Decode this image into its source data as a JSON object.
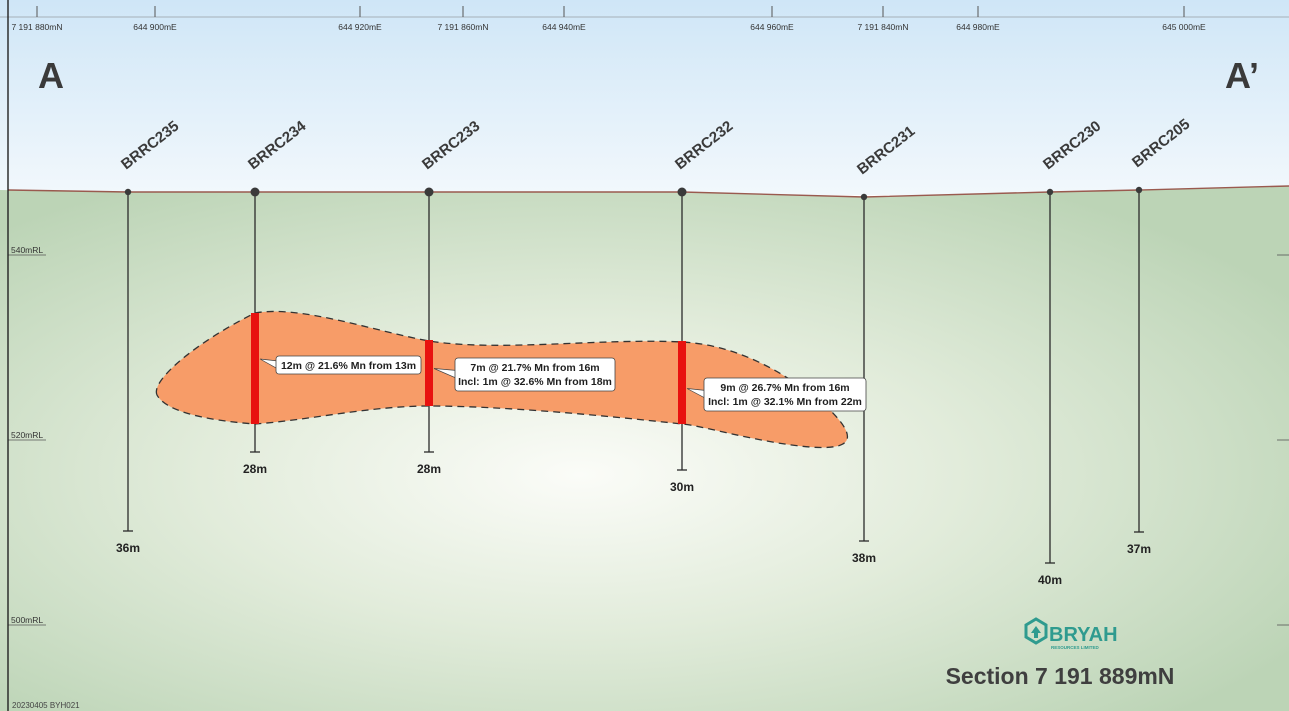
{
  "section": {
    "marker_left": "A",
    "marker_right": "A’",
    "title": "Section 7 191 889mN",
    "footer_code": "20230405 BYH021"
  },
  "logo": {
    "name": "BRYAH",
    "sub": "RESOURCES LIMITED",
    "color": "#2f9b8f"
  },
  "grid_labels": {
    "top": [
      {
        "text": "7 191 880mN",
        "kind": "northing"
      },
      {
        "text": "644 900mE",
        "kind": "easting"
      },
      {
        "text": "644 920mE",
        "kind": "easting"
      },
      {
        "text": "7 191 860mN",
        "kind": "northing"
      },
      {
        "text": "644 940mE",
        "kind": "easting"
      },
      {
        "text": "644 960mE",
        "kind": "easting"
      },
      {
        "text": "7 191 840mN",
        "kind": "northing"
      },
      {
        "text": "644 980mE",
        "kind": "easting"
      },
      {
        "text": "645 000mE",
        "kind": "easting"
      }
    ],
    "rl": [
      "540mRL",
      "520mRL",
      "500mRL"
    ]
  },
  "holes": [
    {
      "id": "BRRC235",
      "depth_label": "36m",
      "depth_m": 36
    },
    {
      "id": "BRRC234",
      "depth_label": "28m",
      "depth_m": 28
    },
    {
      "id": "BRRC233",
      "depth_label": "28m",
      "depth_m": 28
    },
    {
      "id": "BRRC232",
      "depth_label": "30m",
      "depth_m": 30
    },
    {
      "id": "BRRC231",
      "depth_label": "38m",
      "depth_m": 38
    },
    {
      "id": "BRRC230",
      "depth_label": "40m",
      "depth_m": 40
    },
    {
      "id": "BRRC205",
      "depth_label": "37m",
      "depth_m": 37
    }
  ],
  "intercepts": [
    {
      "hole": "BRRC234",
      "lines": [
        "12m @ 21.6% Mn from 13m"
      ]
    },
    {
      "hole": "BRRC233",
      "lines": [
        "7m @ 21.7% Mn from 16m",
        "Incl: 1m @ 32.6% Mn from 18m"
      ]
    },
    {
      "hole": "BRRC232",
      "lines": [
        "9m @ 26.7% Mn from 16m",
        "Incl: 1m @ 32.1% Mn from 22m"
      ]
    }
  ],
  "colors": {
    "sky_top": "#cfe6f7",
    "ground": "#c3d9bd",
    "ground_center": "#f4f7ef",
    "orebody": "#f79c68",
    "intercept": "#e8110f",
    "topo_line": "#9a5a4f",
    "hole_line": "#2b2b2b"
  }
}
